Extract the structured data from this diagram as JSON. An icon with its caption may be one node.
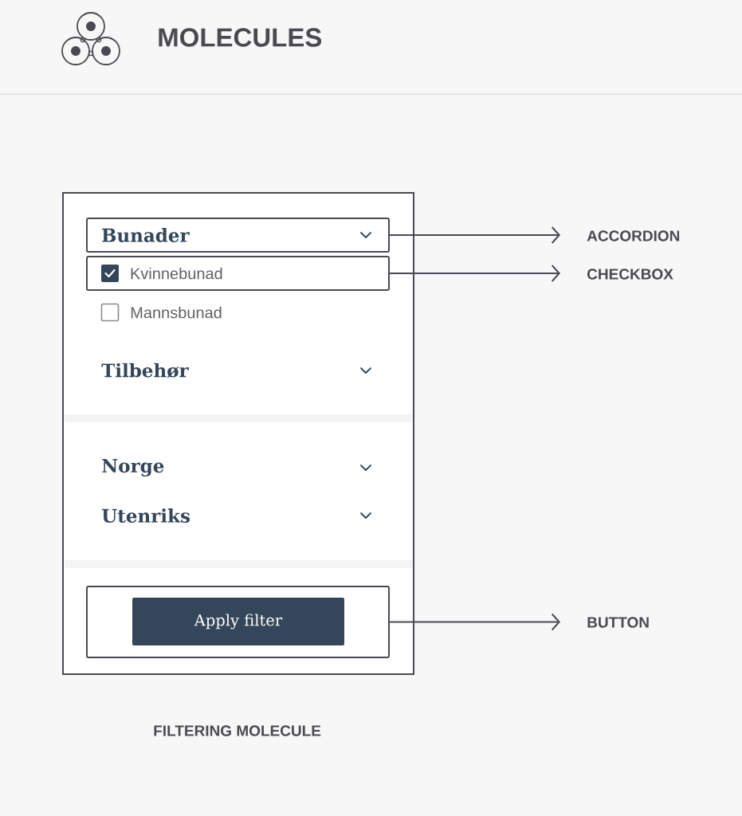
{
  "diagram": {
    "title": "MOLECULES",
    "caption": "FILTERING MOLECULE",
    "nodes": [
      {
        "text": [
          "Mannsbunad",
          "Tilbehør",
          "Norge",
          "Utenriks"
        ]
      },
      {
        "text": [
          "Bunader"
        ],
        "in": 0
      },
      {
        "text": [
          "Kvinnebunad"
        ],
        "in": 0
      },
      {
        "text": [],
        "shape": "box",
        "in": 0
      },
      {
        "text": [
          "Apply filter"
        ],
        "in": 3
      },
      {
        "text": [
          "ACCORDION"
        ]
      },
      {
        "text": [
          "CHECKBOX"
        ]
      },
      {
        "text": [
          "BUTTON"
        ]
      }
    ],
    "edges": [
      {
        "from": 1,
        "to": 5,
        "arrow": "to"
      },
      {
        "from": 2,
        "to": 6,
        "arrow": "to"
      },
      {
        "from": 3,
        "to": 7,
        "arrow": "to"
      }
    ]
  }
}
